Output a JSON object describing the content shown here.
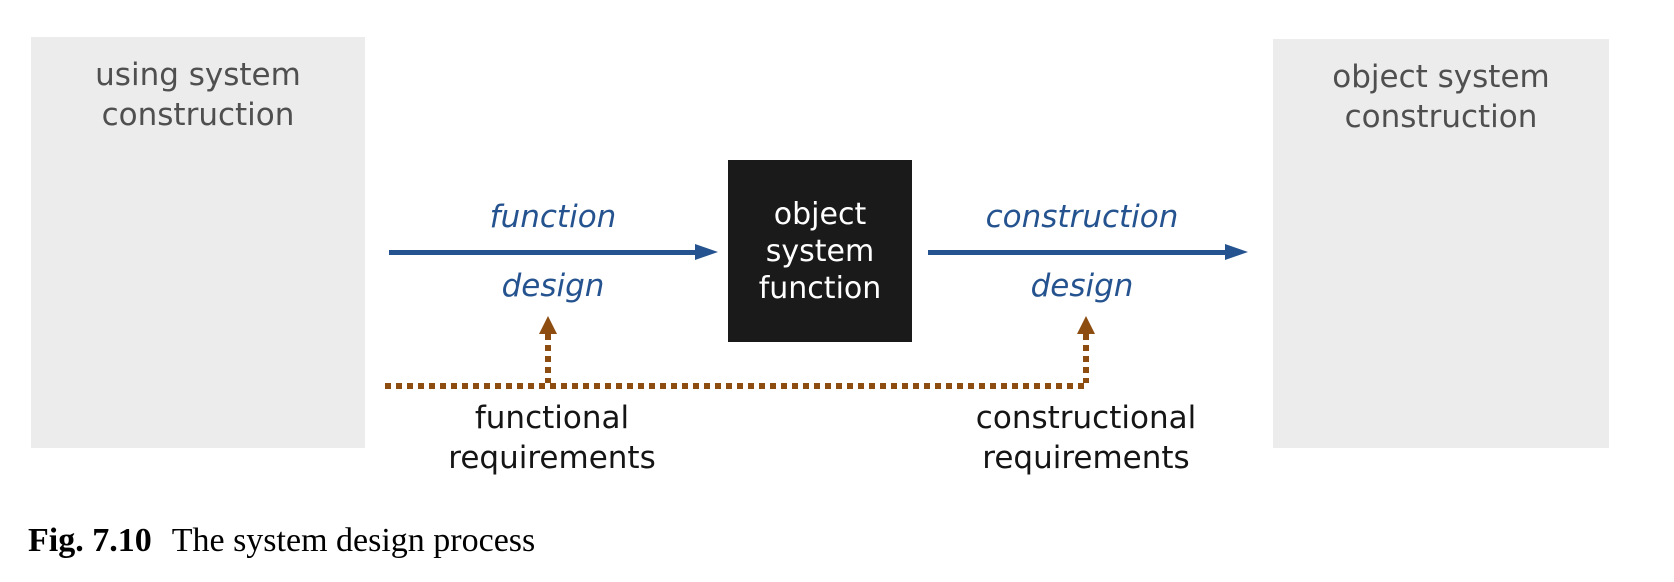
{
  "diagram": {
    "left_box": {
      "line1": "using system",
      "line2": "construction"
    },
    "right_box": {
      "line1": "object system",
      "line2": "construction"
    },
    "center_box": {
      "line1": "object",
      "line2": "system",
      "line3": "function"
    },
    "function_arrow": {
      "label_top": "function",
      "label_bottom": "design"
    },
    "construction_arrow": {
      "label_top": "construction",
      "label_bottom": "design"
    },
    "requirements_left": {
      "line1": "functional",
      "line2": "requirements"
    },
    "requirements_right": {
      "line1": "constructional",
      "line2": "requirements"
    },
    "colors": {
      "gray_box_fill": "#ececec",
      "gray_box_text": "#4f4f4f",
      "black_box_fill": "#1a1a1a",
      "black_box_text": "#ffffff",
      "arrow_blue": "#25538f",
      "dotted_brown": "#8e4d10",
      "requirements_text": "#151515"
    }
  },
  "caption": {
    "label": "Fig. 7.10",
    "text": "The system design process"
  }
}
